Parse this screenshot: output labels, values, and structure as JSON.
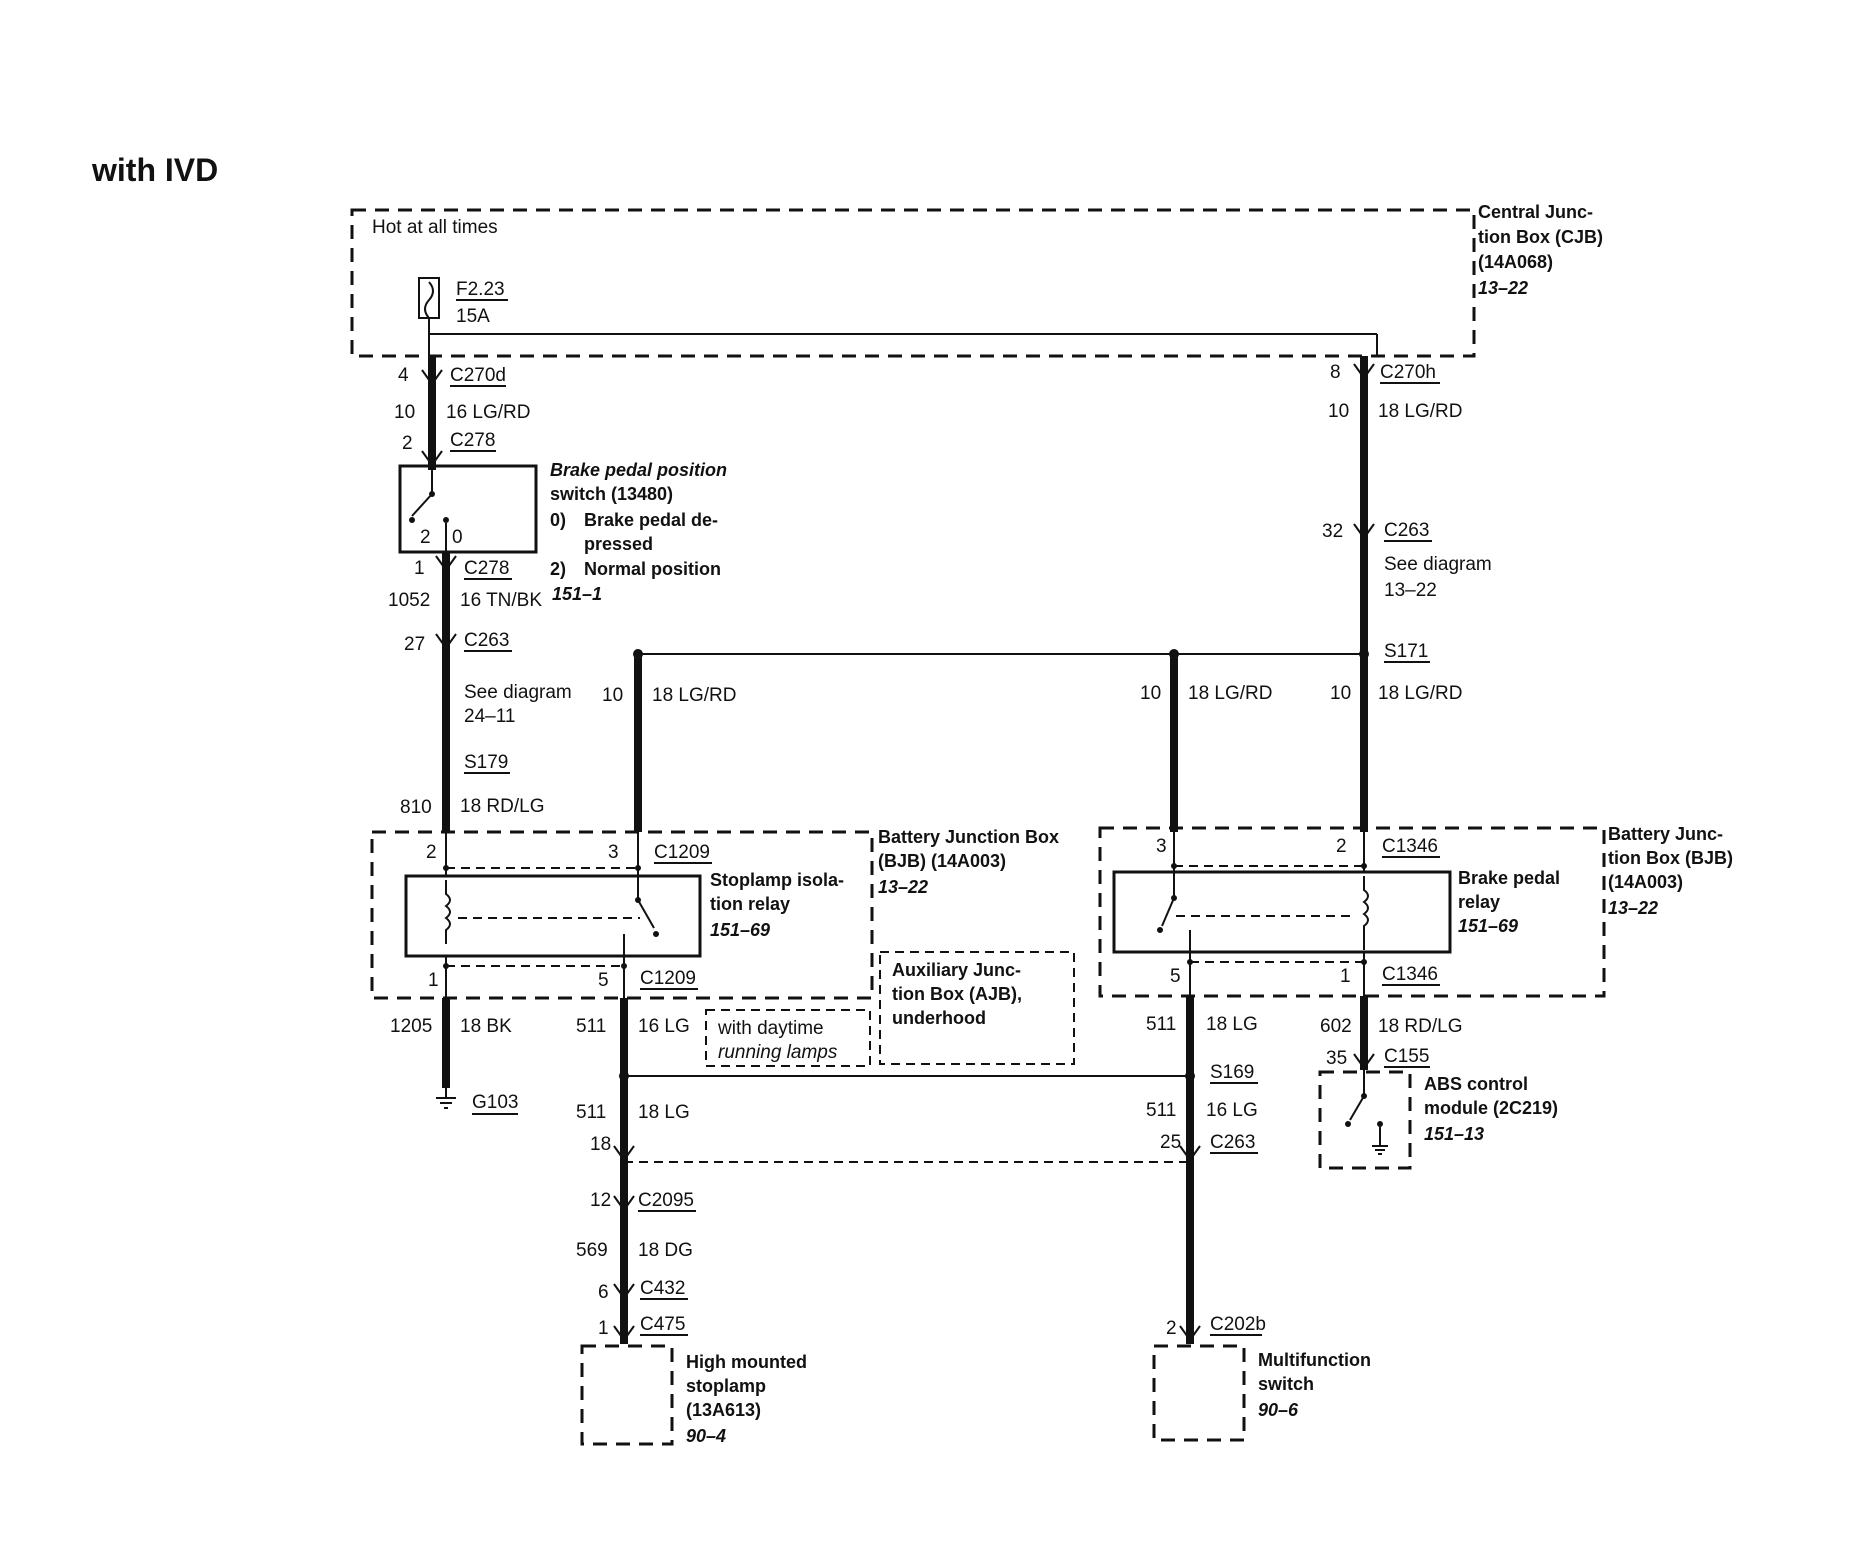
{
  "title": "with IVD",
  "cjb": {
    "hot": "Hot at all times",
    "fuse_id": "F2.23",
    "fuse_amp": "15A",
    "name": [
      "Central Junc-",
      "tion Box (CJB)",
      "(14A068)"
    ],
    "ref": "13–22"
  },
  "left_chain": {
    "pin4": "4",
    "c270d": "C270d",
    "circ10": "10",
    "wire_lgrd": "16 LG/RD",
    "pin2": "2",
    "c278_top": "C278",
    "pin1": "1",
    "c278_bot": "C278",
    "circ1052": "1052",
    "wire_tnbk": "16 TN/BK",
    "pin27": "27",
    "c263": "C263",
    "see1": "See diagram",
    "see1_ref": "24–11",
    "s179": "S179",
    "circ810": "810",
    "wire_rdlg": "18 RD/LG"
  },
  "bpps": {
    "pin2": "2",
    "pin0": "0",
    "name": [
      "Brake pedal position",
      "switch (13480)"
    ],
    "pos0": [
      "0)",
      "Brake pedal de-",
      "pressed"
    ],
    "pos2": [
      "2)",
      "Normal position"
    ],
    "ref": "151–1"
  },
  "right_chain": {
    "pin8": "8",
    "c270h": "C270h",
    "circ10": "10",
    "wire_lgrd": "18 LG/RD",
    "pin32": "32",
    "c263": "C263",
    "see": "See diagram",
    "see_ref": "13–22",
    "s171": "S171"
  },
  "mid_wires": {
    "a_circ": "10",
    "a_wire": "18 LG/RD",
    "b_circ": "10",
    "b_wire": "18 LG/RD",
    "c_circ": "10",
    "c_wire": "18 LG/RD"
  },
  "bjb_left": {
    "pin2": "2",
    "pin3": "3",
    "c1209_top": "C1209",
    "pin1": "1",
    "pin5": "5",
    "c1209_bot": "C1209",
    "relay": [
      "Stoplamp isola-",
      "tion relay"
    ],
    "relay_ref": "151–69",
    "name": [
      "Battery Junction Box",
      "(BJB) (14A003)"
    ],
    "ref": "13–22"
  },
  "bjb_right": {
    "pin3": "3",
    "pin2": "2",
    "c1346_top": "C1346",
    "pin5": "5",
    "pin1": "1",
    "c1346_bot": "C1346",
    "relay": [
      "Brake pedal",
      "relay"
    ],
    "relay_ref": "151–69",
    "name": [
      "Battery Junc-",
      "tion Box (BJB)",
      "(14A003)"
    ],
    "ref": "13–22"
  },
  "ajb": {
    "name": [
      "Auxiliary Junc-",
      "tion Box (AJB),",
      "underhood"
    ]
  },
  "drl": {
    "line1": "with daytime",
    "line2": "running lamps"
  },
  "lower": {
    "circ1205": "1205",
    "wire_bk": "18 BK",
    "g103": "G103",
    "circ511_a": "511",
    "wire_lg_a": "16 LG",
    "circ511_b": "511",
    "wire_lg_b": "18 LG",
    "s169": "S169",
    "circ511_c": "511",
    "wire_lg_c": "18 LG",
    "circ511_d": "511",
    "wire_lg_d": "16 LG",
    "pin18": "18",
    "pin25": "25",
    "c263": "C263",
    "pin12": "12",
    "c2095": "C2095",
    "circ569": "569",
    "wire_dg": "18 DG",
    "pin6": "6",
    "c432": "C432",
    "pin1": "1",
    "c475": "C475",
    "pin2": "2",
    "c202b": "C202b",
    "circ602": "602",
    "wire_rdlg": "18 RD/LG",
    "pin35": "35",
    "c155": "C155"
  },
  "hmsl": {
    "name": [
      "High mounted",
      "stoplamp",
      "(13A613)"
    ],
    "ref": "90–4"
  },
  "mfs": {
    "name": [
      "Multifunction",
      "switch"
    ],
    "ref": "90–6"
  },
  "abs": {
    "name": [
      "ABS control",
      "module (2C219)"
    ],
    "ref": "151–13"
  }
}
